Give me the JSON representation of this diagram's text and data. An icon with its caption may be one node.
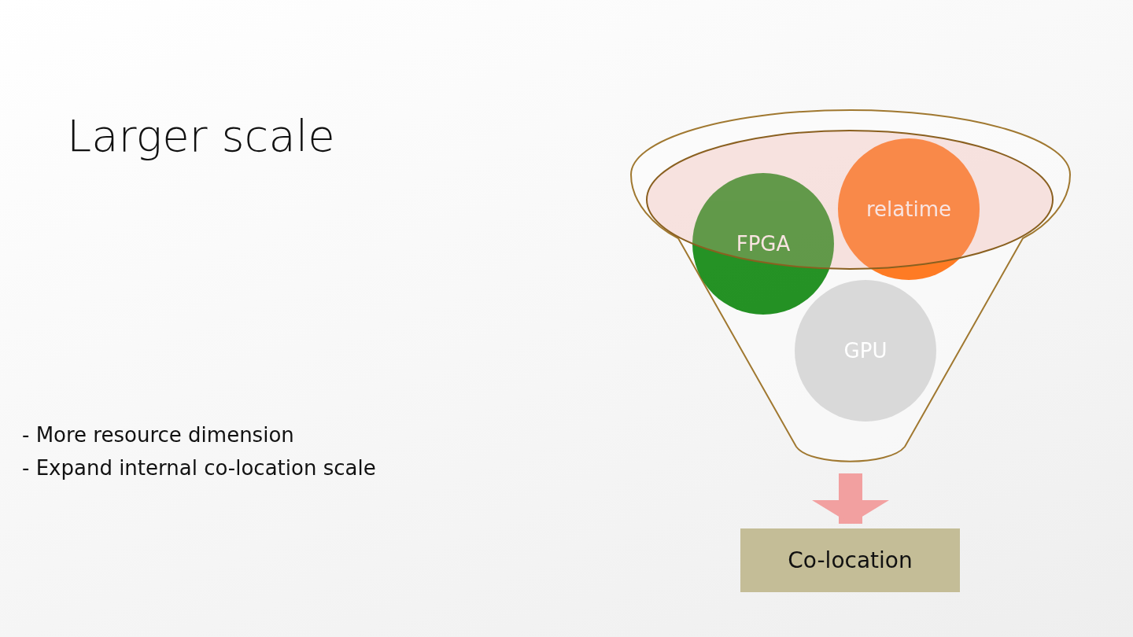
{
  "diagram": {
    "title": "Larger scale",
    "nodes": [
      {
        "text": [],
        "shape": "funnel"
      },
      {
        "text": [
          "FPGA"
        ],
        "in": 0
      },
      {
        "text": [
          "relatime"
        ],
        "in": 0
      },
      {
        "text": [
          "GPU"
        ],
        "in": 0
      },
      {
        "text": [
          "Co-location"
        ]
      }
    ],
    "edges": [
      {
        "from": 0,
        "to": 4,
        "arrow": "to"
      }
    ],
    "labels": [
      "- More resource dimension",
      "- Expand internal co-location scale"
    ]
  }
}
